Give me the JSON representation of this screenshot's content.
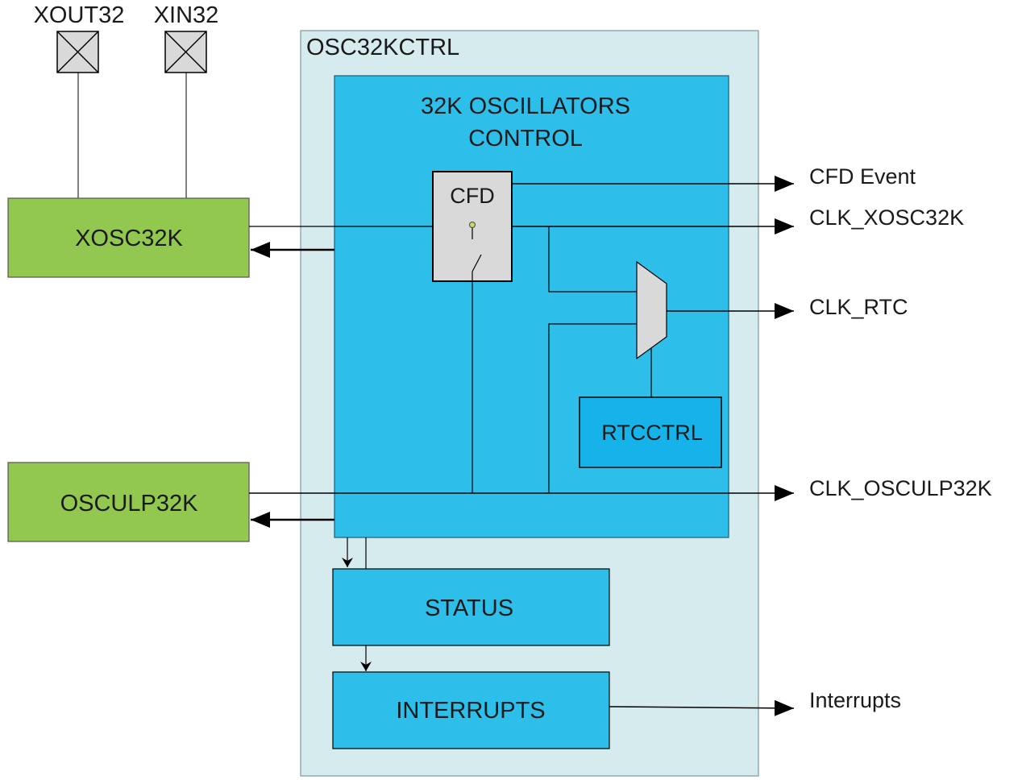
{
  "pins": {
    "xout32": "XOUT32",
    "xin32": "XIN32"
  },
  "blocks": {
    "xosc32k": "XOSC32K",
    "osculp32k": "OSCULP32K",
    "osc32kctrl": "OSC32KCTRL",
    "control_line1": "32K OSCILLATORS",
    "control_line2": "CONTROL",
    "cfd": "CFD",
    "rtcctrl": "RTCCTRL",
    "status": "STATUS",
    "interrupts": "INTERRUPTS"
  },
  "signals": {
    "cfd_event": "CFD Event",
    "clk_xosc32k": "CLK_XOSC32K",
    "clk_rtc": "CLK_RTC",
    "clk_osculp32k": "CLK_OSCULP32K",
    "interrupts_out": "Interrupts"
  },
  "colors": {
    "outer_fill": "#d6ebee",
    "inner_fill": "#2dbeea",
    "rtcctrl_fill": "#16b3ea",
    "osc_fill": "#92c84f",
    "cfd_fill": "#d9d9d9",
    "pin_fill": "#d9d9d9",
    "line": "#000000"
  }
}
